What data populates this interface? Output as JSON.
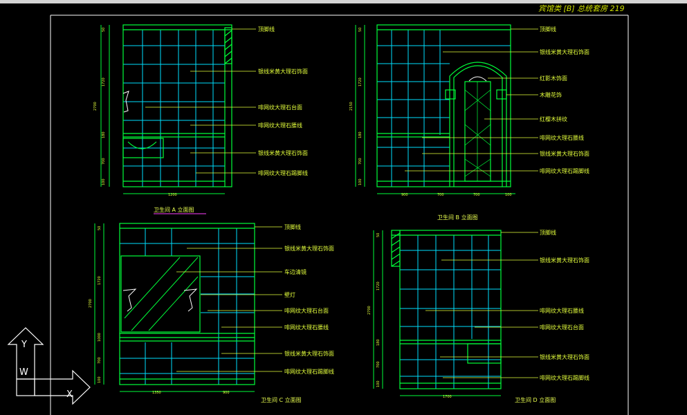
{
  "header": {
    "title": "宾馆类 [B] 总统套房 219"
  },
  "panels": {
    "a": {
      "title": "卫生间 A 立面图",
      "labels": [
        "顶脚线",
        "银线米黄大理石饰面",
        "啡网纹大理石台面",
        "啡网纹大理石腰线",
        "银线米黄大理石饰面",
        "啡网纹大理石踢脚线"
      ],
      "dims_h": [
        "1200"
      ],
      "dims_v": [
        "50",
        "1720",
        "2700",
        "180",
        "700",
        "100"
      ]
    },
    "b": {
      "title": "卫生间 B 立面图",
      "labels": [
        "顶脚线",
        "银线米黄大理石饰面",
        "红影木饰面",
        "木雕花饰",
        "红樱木拼纹",
        "啡网纹大理石腰线",
        "银线米黄大理石饰面",
        "啡网纹大理石踢脚线"
      ],
      "dims_h": [
        "900",
        "700",
        "700",
        "100"
      ],
      "dims_v": [
        "50",
        "1720",
        "2150",
        "180",
        "700",
        "100"
      ]
    },
    "c": {
      "title": "卫生间 C 立面图",
      "labels": [
        "顶脚线",
        "银线米黄大理石饰面",
        "车边清镜",
        "壁灯",
        "啡网纹大理石台面",
        "啡网纹大理石腰线",
        "银线米黄大理石饰面",
        "啡网纹大理石踢脚线"
      ],
      "dims_h": [
        "1350",
        "900"
      ],
      "dims_v": [
        "50",
        "1720",
        "2700",
        "1000",
        "700",
        "100"
      ]
    },
    "d": {
      "title": "卫生间 D 立面图",
      "labels": [
        "顶脚线",
        "银线米黄大理石饰面",
        "啡网纹大理石腰线",
        "啡网纹大理石台面",
        "银线米黄大理石饰面",
        "啡网纹大理石踢脚线"
      ],
      "dims_h": [
        "1700"
      ],
      "dims_v": [
        "50",
        "1720",
        "2700",
        "180",
        "700",
        "100"
      ]
    }
  },
  "ucs_icon": {
    "y_label": "Y",
    "w_label": "W",
    "x_label": "X"
  },
  "colors": {
    "background": "#000000",
    "linework": "#00ff3a",
    "grid": "#00e0ff",
    "text": "#e4ff3c",
    "frame": "#ffffff",
    "accent": "#ff40ff"
  }
}
